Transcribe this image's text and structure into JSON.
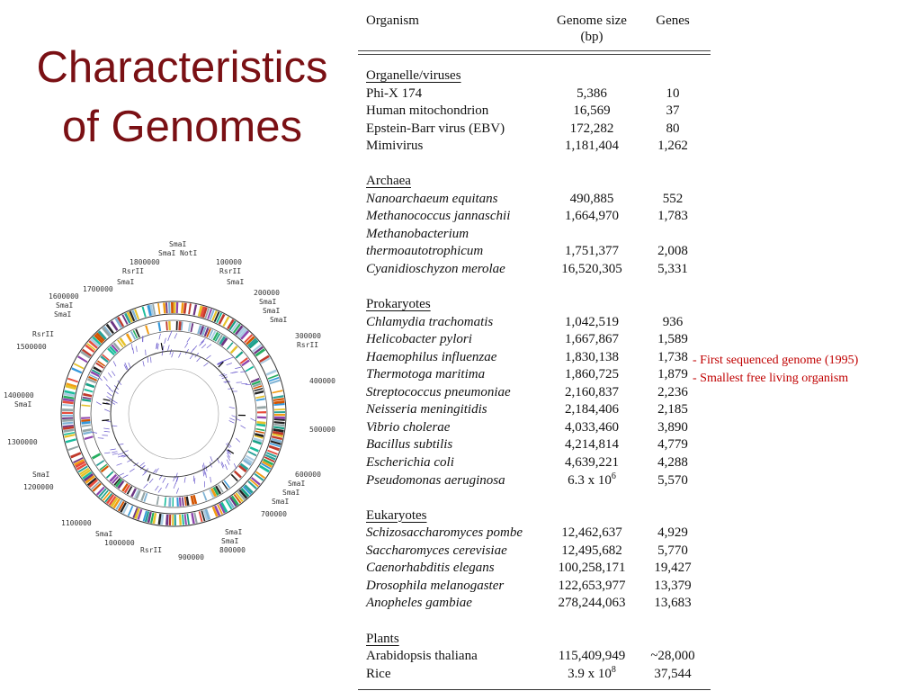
{
  "slide": {
    "title_line1": "Characteristics",
    "title_line2": "of Genomes"
  },
  "table": {
    "headers": {
      "organism": "Organism",
      "genome_size_line1": "Genome size",
      "genome_size_line2": "(bp)",
      "genes": "Genes"
    },
    "sections": [
      {
        "name": "Organelle/viruses",
        "italic": false,
        "rows": [
          {
            "organism": "Phi-X 174",
            "size": "5,386",
            "genes": "10"
          },
          {
            "organism": "Human mitochondrion",
            "size": "16,569",
            "genes": "37"
          },
          {
            "organism": "Epstein-Barr virus (EBV)",
            "size": "172,282",
            "genes": "80"
          },
          {
            "organism": "Mimivirus",
            "size": "1,181,404",
            "genes": "1,262"
          }
        ]
      },
      {
        "name": "Archaea",
        "italic": true,
        "rows": [
          {
            "organism": "Nanoarchaeum equitans",
            "size": "490,885",
            "genes": "552"
          },
          {
            "organism": "Methanococcus jannaschii",
            "size": "1,664,970",
            "genes": "1,783"
          },
          {
            "organism": "Methanobacterium",
            "size": "",
            "genes": ""
          },
          {
            "organism": "thermoautotrophicum",
            "size": "1,751,377",
            "genes": "2,008"
          },
          {
            "organism": "Cyanidioschyzon merolae",
            "size": "16,520,305",
            "genes": "5,331"
          }
        ]
      },
      {
        "name": "Prokaryotes",
        "italic": true,
        "rows": [
          {
            "organism": "Chlamydia trachomatis",
            "size": "1,042,519",
            "genes": "936"
          },
          {
            "organism": "Helicobacter pylori",
            "size": "1,667,867",
            "genes": "1,589"
          },
          {
            "organism": "Haemophilus influenzae",
            "size": "1,830,138",
            "genes": "1,738"
          },
          {
            "organism": "Thermotoga maritima",
            "size": "1,860,725",
            "genes": "1,879"
          },
          {
            "organism": "Streptococcus pneumoniae",
            "size": "2,160,837",
            "genes": "2,236"
          },
          {
            "organism": "Neisseria meningitidis",
            "size": "2,184,406",
            "genes": "2,185"
          },
          {
            "organism": "Vibrio cholerae",
            "size": "4,033,460",
            "genes": "3,890"
          },
          {
            "organism": "Bacillus subtilis",
            "size": "4,214,814",
            "genes": "4,779"
          },
          {
            "organism": "Escherichia coli",
            "size": "4,639,221",
            "genes": "4,288"
          },
          {
            "organism": "Pseudomonas aeruginosa",
            "size": "6.3 x 10",
            "size_sup": "6",
            "genes": "5,570"
          }
        ]
      },
      {
        "name": "Eukaryotes",
        "italic": true,
        "rows": [
          {
            "organism": "Schizosaccharomyces pombe",
            "size": "12,462,637",
            "genes": "4,929"
          },
          {
            "organism": "Saccharomyces cerevisiae",
            "size": "12,495,682",
            "genes": "5,770"
          },
          {
            "organism": "Caenorhabditis elegans",
            "size": "100,258,171",
            "genes": "19,427"
          },
          {
            "organism": "Drosophila melanogaster",
            "size": "122,653,977",
            "genes": "13,379"
          },
          {
            "organism": "Anopheles gambiae",
            "size": "278,244,063",
            "genes": "13,683"
          }
        ]
      },
      {
        "name": "Plants",
        "italic": false,
        "rows": [
          {
            "organism": "Arabidopsis thaliana",
            "size": "115,409,949",
            "genes": "~28,000"
          },
          {
            "organism": "Rice",
            "size": "3.9 x 10",
            "size_sup": "8",
            "genes": "37,544"
          }
        ]
      }
    ]
  },
  "annotations": {
    "line1": "- First sequenced genome (1995)",
    "line2": "- Smallest free living organism",
    "color": "#c00000"
  },
  "genome_map": {
    "outer_labels": [
      {
        "text": "SmaI",
        "side": "top"
      },
      {
        "text": "SmaI",
        "side": "top"
      },
      {
        "text": "NotI",
        "side": "top"
      },
      {
        "text": "1800000",
        "side": "top-left"
      },
      {
        "text": "RsrII",
        "side": "top-left"
      },
      {
        "text": "SmaI",
        "side": "top-left"
      },
      {
        "text": "100000",
        "side": "top-right"
      },
      {
        "text": "RsrII",
        "side": "top-right"
      },
      {
        "text": "SmaI",
        "side": "top-right"
      },
      {
        "text": "1700000",
        "side": "top-left"
      },
      {
        "text": "200000",
        "side": "right"
      },
      {
        "text": "SmaI",
        "side": "right"
      },
      {
        "text": "SmaI",
        "side": "right"
      },
      {
        "text": "SmaI",
        "side": "right"
      },
      {
        "text": "1600000",
        "side": "left"
      },
      {
        "text": "SmaI",
        "side": "left"
      },
      {
        "text": "SmaI",
        "side": "left"
      },
      {
        "text": "300000",
        "side": "right"
      },
      {
        "text": "RsrII",
        "side": "right"
      },
      {
        "text": "RsrII",
        "side": "left"
      },
      {
        "text": "1500000",
        "side": "left"
      },
      {
        "text": "400000",
        "side": "right"
      },
      {
        "text": "1400000",
        "side": "left"
      },
      {
        "text": "SmaI",
        "side": "left"
      },
      {
        "text": "500000",
        "side": "right"
      },
      {
        "text": "1300000",
        "side": "left"
      },
      {
        "text": "SmaI",
        "side": "left"
      },
      {
        "text": "1200000",
        "side": "left"
      },
      {
        "text": "600000",
        "side": "right"
      },
      {
        "text": "SmaI",
        "side": "right"
      },
      {
        "text": "SmaI",
        "side": "right"
      },
      {
        "text": "SmaI",
        "side": "right"
      },
      {
        "text": "700000",
        "side": "right"
      },
      {
        "text": "1100000",
        "side": "bottom-left"
      },
      {
        "text": "SmaI",
        "side": "bottom"
      },
      {
        "text": "1000000",
        "side": "bottom"
      },
      {
        "text": "RsrII",
        "side": "bottom"
      },
      {
        "text": "SmaI",
        "side": "bottom"
      },
      {
        "text": "SmaI",
        "side": "bottom"
      },
      {
        "text": "800000",
        "side": "bottom"
      },
      {
        "text": "900000",
        "side": "bottom"
      }
    ]
  }
}
